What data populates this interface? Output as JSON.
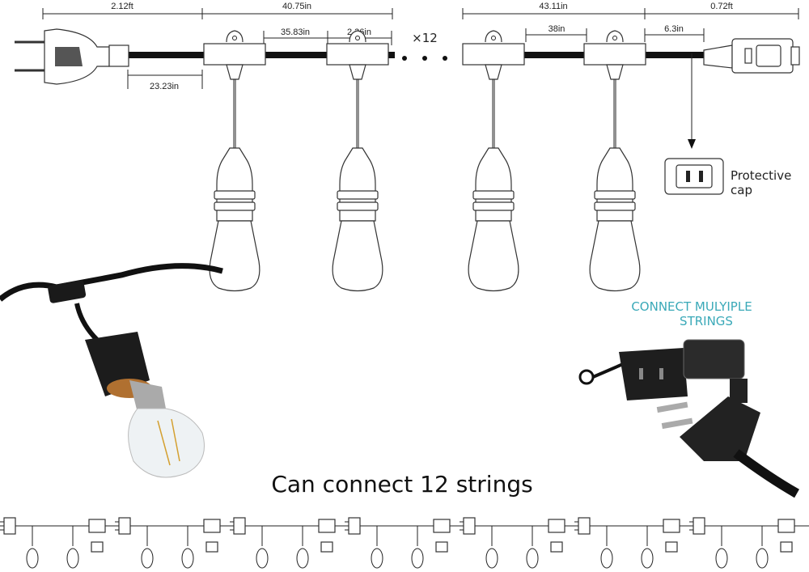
{
  "dimensions": {
    "plug_lead": "2.12ft",
    "first_segment": "40.75in",
    "bulb_spacing": "35.83in",
    "socket_width": "2.36in",
    "plug_to_first_socket": "23.23in",
    "last_segment": "43.11in",
    "last_spacing": "38in",
    "end_lead": "0.72ft",
    "end_gap": "6.3in"
  },
  "repeat_label": "×12",
  "protective_cap": {
    "line1": "Protective",
    "line2": "cap"
  },
  "connect_label": {
    "line1": "CONNECT MULYIPLE",
    "line2": "STRINGS"
  },
  "headline": "Can connect 12 strings",
  "colors": {
    "accent": "#3aa9b8",
    "line": "#222222"
  }
}
